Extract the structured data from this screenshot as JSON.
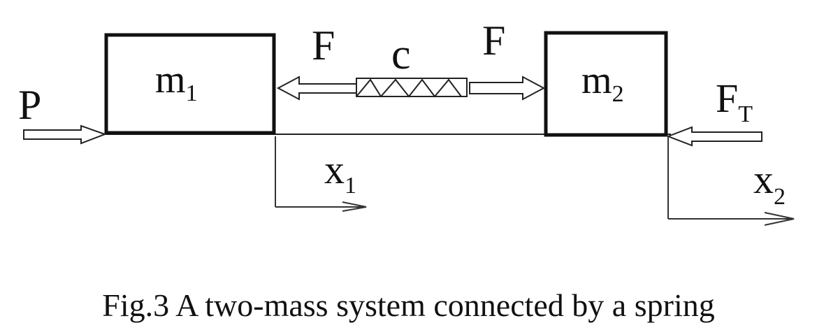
{
  "diagram": {
    "mass1": {
      "symbol": "m",
      "subscript": "1"
    },
    "mass2": {
      "symbol": "m",
      "subscript": "2"
    },
    "spring_label": "c",
    "force_left": "F",
    "force_right": "F",
    "input_force": "P",
    "friction_force": {
      "symbol": "F",
      "subscript": "T"
    },
    "coord1": {
      "symbol": "x",
      "subscript": "1"
    },
    "coord2": {
      "symbol": "x",
      "subscript": "2"
    }
  },
  "caption": "Fig.3 A two-mass system connected by a spring"
}
